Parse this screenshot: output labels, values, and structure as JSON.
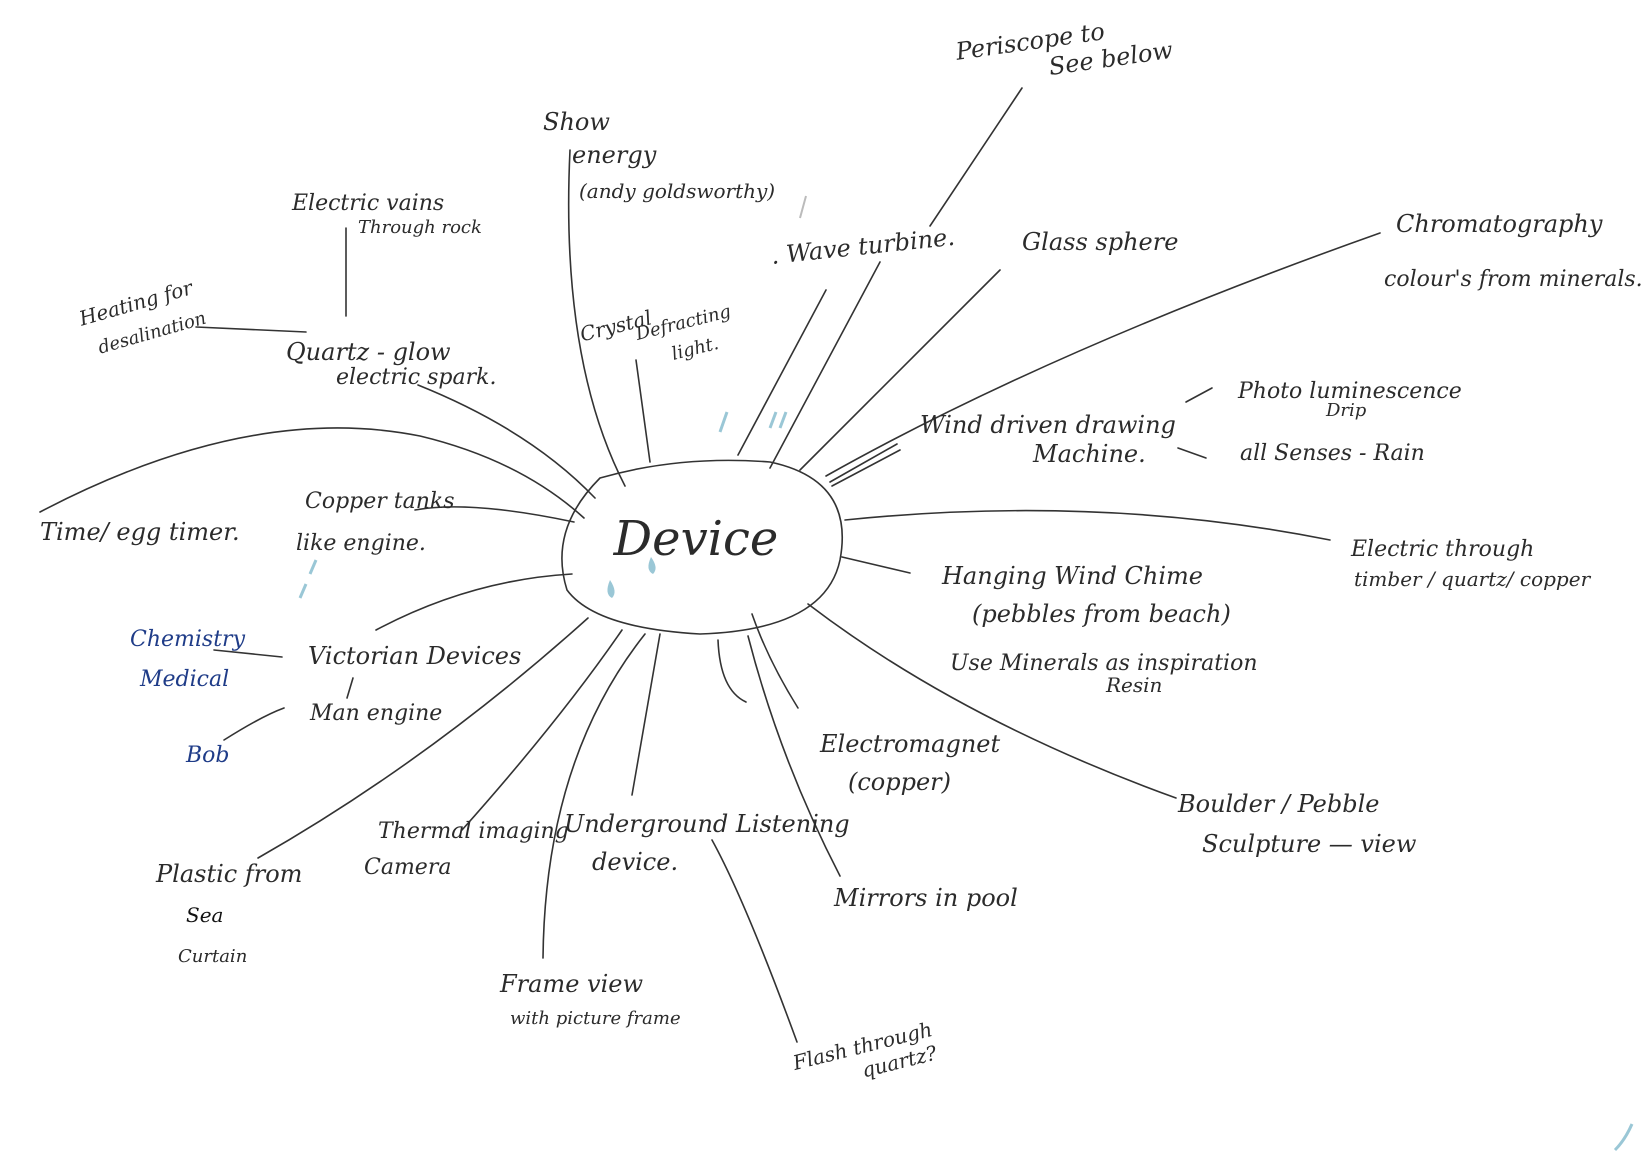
{
  "center": "Device",
  "branches": {
    "periscope": [
      "Periscope to",
      "See below"
    ],
    "show_energy": [
      "Show",
      "energy",
      "(andy goldsworthy)"
    ],
    "electric_vains": [
      "Electric vains",
      "Through rock"
    ],
    "heating": [
      "Heating for",
      "desalination"
    ],
    "quartz": [
      "Quartz - glow",
      "electric spark."
    ],
    "crystal": [
      "Crystal",
      "Defracting",
      "light."
    ],
    "wave_turbine": ". Wave turbine.",
    "glass_sphere": "Glass sphere",
    "chromatography": [
      "Chromatography",
      "colour's from minerals."
    ],
    "wind_drawing": [
      "Wind driven drawing",
      "Machine."
    ],
    "photo": [
      "Photo luminescence",
      "Drip"
    ],
    "senses": "all Senses - Rain",
    "time": "Time/ egg timer.",
    "copper_tanks": [
      "Copper tanks",
      "like engine."
    ],
    "electric_through": [
      "Electric through",
      "timber / quartz/ copper"
    ],
    "chemistry": [
      "Chemistry",
      "Medical"
    ],
    "victorian": [
      "Victorian Devices",
      "Man engine"
    ],
    "bob": "Bob",
    "wind_chime": [
      "Hanging Wind Chime",
      "(pebbles from beach)",
      "Use Minerals as inspiration",
      "Resin"
    ],
    "electromagnet": [
      "Electromagnet",
      "(copper)"
    ],
    "boulder": [
      "Boulder / Pebble",
      "Sculpture  — view"
    ],
    "thermal": [
      "Thermal imaging",
      "Camera"
    ],
    "underground": [
      "Underground Listening",
      "device."
    ],
    "plastic": [
      "Plastic from",
      "Sea",
      "Curtain"
    ],
    "mirrors": "Mirrors  in  pool",
    "frame": [
      "Frame  view",
      "with picture frame"
    ],
    "flash": [
      "Flash through",
      "quartz?"
    ]
  }
}
